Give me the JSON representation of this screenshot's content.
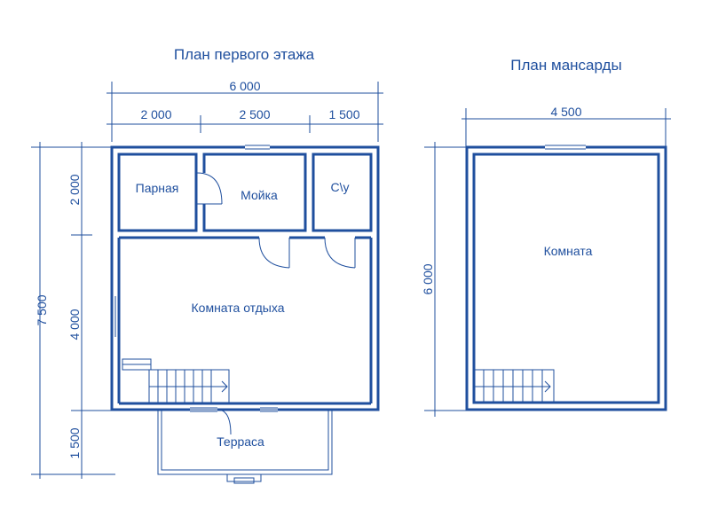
{
  "plans": {
    "first_floor": {
      "title": "План первого этажа",
      "dims": {
        "total_width": "6 000",
        "seg1": "2 000",
        "seg2": "2 500",
        "seg3": "1 500",
        "total_depth": "7 500",
        "side1": "2 000",
        "side2": "4 000",
        "side3": "1 500"
      },
      "rooms": {
        "parnaya": "Парная",
        "moyka": "Мойка",
        "su": "С\\у",
        "komnata_otdyha": "Комната отдыха",
        "terrasa": "Терраса"
      }
    },
    "attic": {
      "title": "План мансарды",
      "dims": {
        "width": "4 500",
        "depth": "6 000"
      },
      "rooms": {
        "komnata": "Комната"
      }
    }
  },
  "colors": {
    "line": "#1f4f9e",
    "background": "#ffffff"
  }
}
